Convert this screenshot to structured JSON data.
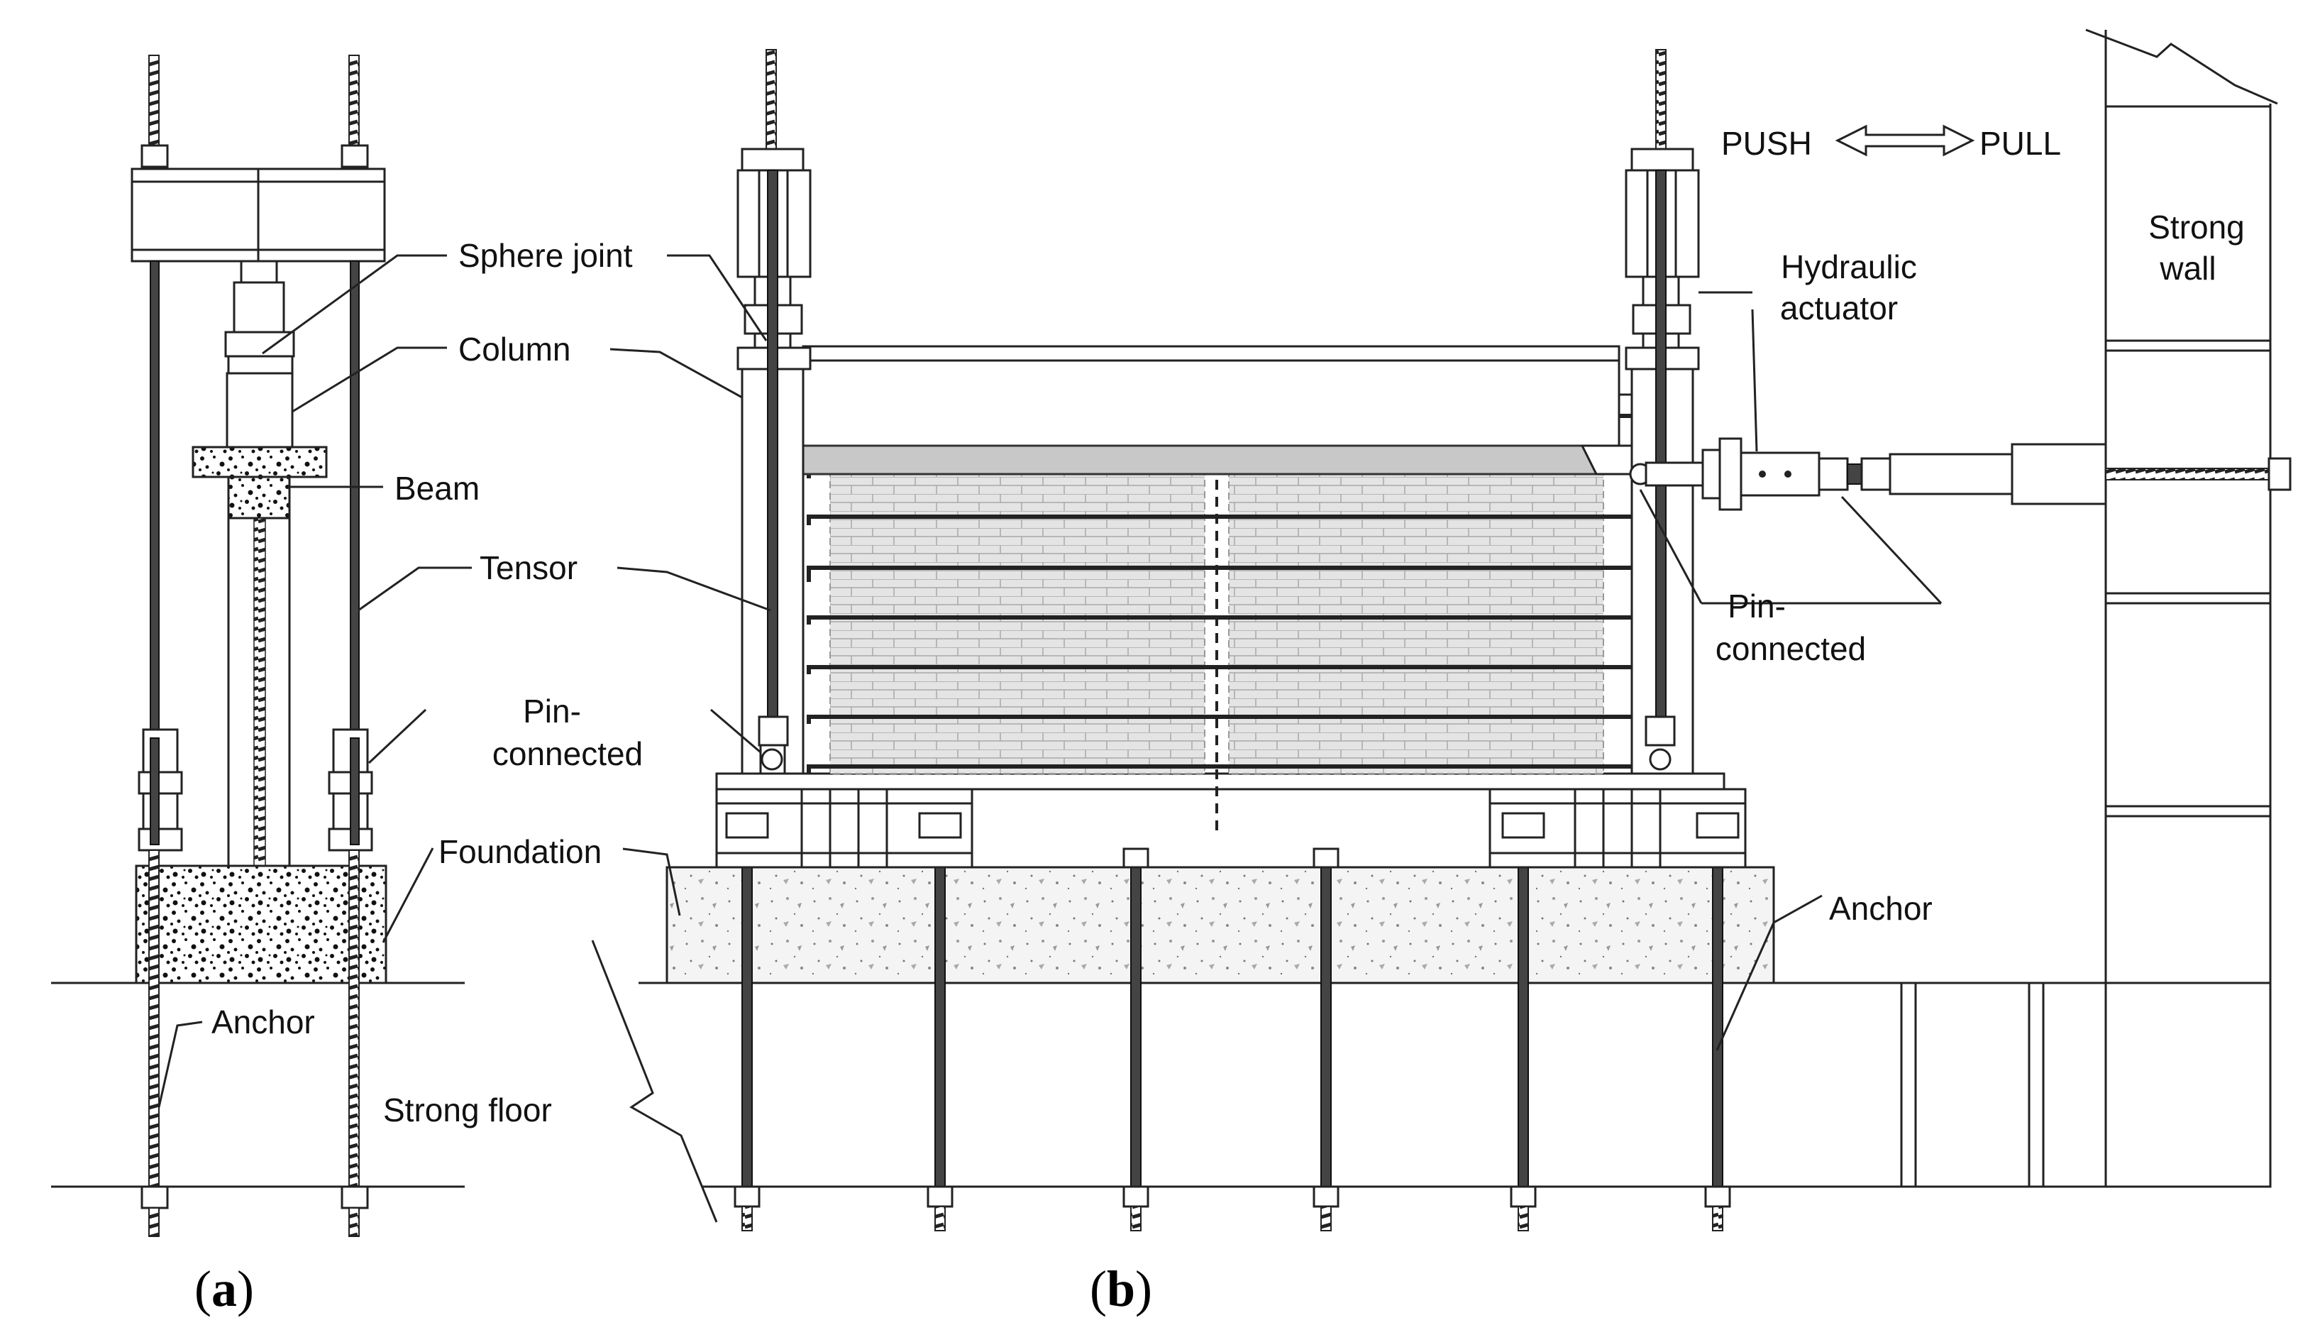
{
  "labels": {
    "sphere_joint": "Sphere joint",
    "column": "Column",
    "beam": "Beam",
    "tensor": "Tensor",
    "pin_connected_a_1": "Pin-",
    "pin_connected_a_2": "connected",
    "foundation": "Foundation",
    "anchor_a": "Anchor",
    "strong_floor": "Strong floor",
    "push": "PUSH",
    "pull": "PULL",
    "strong_wall_1": "Strong",
    "strong_wall_2": "wall",
    "hydraulic_1": "Hydraulic",
    "hydraulic_2": "actuator",
    "pin_connected_b_1": "Pin-",
    "pin_connected_b_2": "connected",
    "anchor_b": "Anchor"
  },
  "captions": {
    "a_open": "(",
    "a_letter": "a",
    "a_close": ")",
    "b_open": "(",
    "b_letter": "b",
    "b_close": ")"
  },
  "colors": {
    "line": "#222222",
    "rod": "#444444",
    "concrete": "#f2f2f2",
    "masonry": "#e2e2e2",
    "beam_fill": "#c8c8c8"
  }
}
